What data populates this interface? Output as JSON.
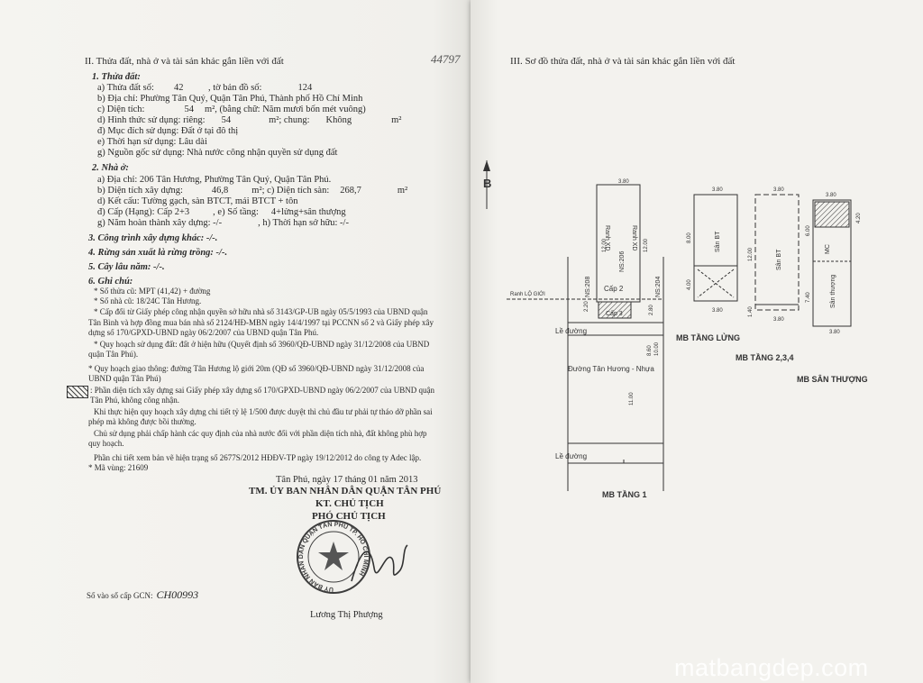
{
  "left": {
    "corner_note": "44797",
    "section_title": "II. Thửa đất, nhà ở và tài sản khác gắn liền với đất",
    "land": {
      "heading": "1. Thửa đất:",
      "a_label": "a) Thửa đất số:",
      "a_value": "42",
      "a_label2": ", tờ bản đồ số:",
      "a_value2": "124",
      "b": "b) Địa chỉ: Phường Tân Quý, Quận Tân Phú, Thành phố Hồ Chí Minh",
      "c_label": "c) Diện tích:",
      "c_value": "54",
      "c_unit": "m², (bằng chữ: Năm mươi bốn mét vuông)",
      "d_label": "d) Hình thức sử dụng: riêng:",
      "d_value": "54",
      "d_unit": "m²; chung:",
      "d_value2": "Không",
      "d_unit2": "m²",
      "dd": "đ) Mục đích sử dụng: Đất ở tại đô thị",
      "e": "e) Thời hạn sử dụng: Lâu dài",
      "g": "g) Nguồn gốc sử dụng: Nhà nước công nhận quyền sử dụng đất"
    },
    "house": {
      "heading": "2. Nhà ở:",
      "a": "a) Địa chỉ: 206 Tân Hương, Phường Tân Quý, Quận Tân Phú.",
      "b_label": "b) Diện tích xây dựng:",
      "b_value": "46,8",
      "b_mid": "m²; c) Diện tích sàn:",
      "b_value2": "268,7",
      "b_unit": "m²",
      "d": "d) Kết cấu: Tường gạch, sàn BTCT, mái BTCT + tôn",
      "dd_label": "đ) Cấp (Hạng): Cấp 2+3",
      "dd_mid": ", e) Số tầng:",
      "dd_value": "4+lửng+sân thượng",
      "g": "g) Năm hoàn thành xây dựng: -/-",
      "h": ", h) Thời hạn sở hữu: -/-"
    },
    "other1": "3. Công trình xây dựng khác: -/-.",
    "other2": "4. Rừng sản xuất là rừng trồng: -/-.",
    "other3": "5. Cây lâu năm: -/-.",
    "notes_heading": "6. Ghi chú:",
    "notes": [
      "* Số thửa cũ: MPT (41,42) + đường",
      "* Số nhà cũ: 18/24C Tân Hương.",
      "* Cấp đổi từ Giấy phép công nhận quyền sở hữu nhà số 3143/GP-UB ngày 05/5/1993 của UBND quận",
      "Tân Bình và hợp đồng mua bán nhà số 2124/HĐ-MBN ngày 14/4/1997 tại PCCNN số 2 và Giấy phép xây",
      "dựng số 170/GPXD-UBND ngày 06/2/2007 của UBND quận Tân Phú.",
      "* Quy hoạch sử dụng đất: đất ở hiện hữu (Quyết định số 3960/QĐ-UBND ngày 31/12/2008 của UBND",
      "quận Tân Phú).",
      "* Quy hoạch giao thông: đường Tân Hương lộ giới 20m (QĐ số 3960/QĐ-UBND ngày 31/12/2008 của",
      "UBND quận Tân Phú)",
      ": Phần diện tích xây dựng sai Giấy phép xây dựng số 170/GPXD-UBND ngày 06/2/2007 của UBND quận",
      "Tân Phú, không công nhận.",
      "Khi thực hiện quy hoạch xây dựng chi tiết tỷ lệ 1/500 được duyệt thì chủ đầu tư phải tự tháo dỡ phần sai",
      "phép mà không được bồi thường.",
      "Chủ sử dụng phải chấp hành các quy định của nhà nước đối với phần diện tích nhà, đất không phù hợp",
      "quy hoạch.",
      "Phần chi tiết xem bản vẽ hiện trạng số 2677S/2012 HĐĐV-TP ngày 19/12/2012 do công ty Adec lập.",
      "* Mã vùng: 21609"
    ],
    "date_line": "Tân Phú, ngày 17 tháng 01 năm 2013",
    "sign1": "TM. ỦY BAN NHÂN DÂN QUẬN TÂN PHÚ",
    "sign2": "KT. CHỦ TỊCH",
    "sign3": "PHÓ CHỦ TỊCH",
    "signer": "Lương Thị Phượng",
    "gcn_label": "Số vào sổ cấp GCN:",
    "gcn_value": "CH00993",
    "seal_text": "ỦY BAN NHÂN DÂN QUẬN TÂN PHÚ TP. HỒ CHÍ MINH"
  },
  "right": {
    "section_title": "III. Sơ đồ thửa đất, nhà ở và tài sản khác gắn liền với đất",
    "north": "B",
    "ranh_xd1": "Ranh XD",
    "ranh_xd2": "Ranh XD",
    "ranh_lo_gioi": "Ranh LỘ GIỚI",
    "ns208": "NS:208",
    "ns206": "NS:206",
    "ns204": "NS:204",
    "cap2": "Cấp 2",
    "cap3": "Cấp 3",
    "le_duong": "Lề đường",
    "le_duong2": "Lề đường",
    "road": "Đường Tân Hương - Nhựa",
    "dims": {
      "w380": "3.80",
      "d1200": "12.00",
      "d220": "2.20",
      "d280": "2.80",
      "d860": "8.60",
      "d1000": "10.00",
      "d1100": "11.00",
      "d400": "4.00",
      "d800": "8.00",
      "d140": "1.40",
      "d600": "6.00",
      "d740": "7.40",
      "d420": "4.20"
    },
    "san_bt": "Sân BT",
    "san_bt2": "Sân BT",
    "san_thuong": "Sân thượng",
    "mc": "MC",
    "mb1": "MB TẦNG 1",
    "mb_lung": "MB TẦNG LỬNG",
    "mb234": "MB TẦNG 2,3,4",
    "mb_st": "MB SÂN THƯỢNG",
    "watermark": "matbangdep.com"
  }
}
